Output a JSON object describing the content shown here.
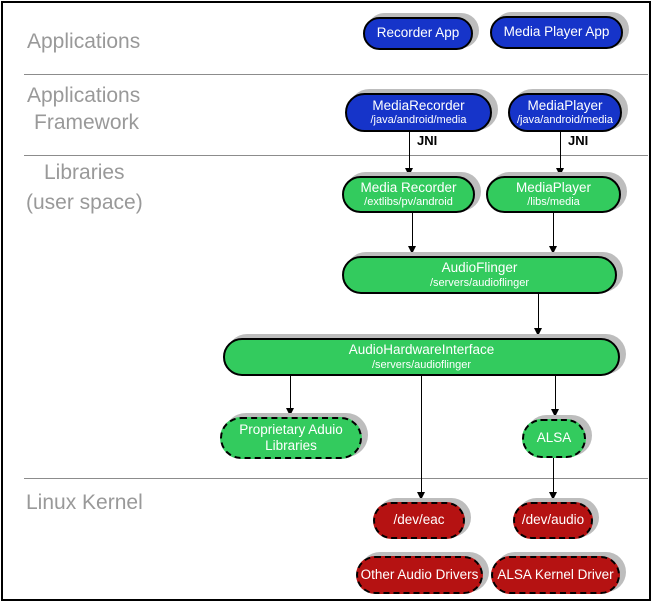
{
  "layers": {
    "applications": {
      "label": "Applications"
    },
    "framework": {
      "label_line1": "Applications",
      "label_line2": "Framework"
    },
    "libraries": {
      "label_line1": "Libraries",
      "label_line2": "(user space)"
    },
    "kernel": {
      "label": "Linux Kernel"
    }
  },
  "nodes": {
    "recorder_app": {
      "title": "Recorder App"
    },
    "media_player_app": {
      "title": "Media Player App"
    },
    "media_recorder_framework": {
      "title": "MediaRecorder",
      "subtitle": "/java/android/media"
    },
    "media_player_framework": {
      "title": "MediaPlayer",
      "subtitle": "/java/android/media"
    },
    "media_recorder_lib": {
      "title": "Media Recorder",
      "subtitle": "/extlibs/pv/android"
    },
    "media_player_lib": {
      "title": "MediaPlayer",
      "subtitle": "/libs/media"
    },
    "audio_flinger": {
      "title": "AudioFlinger",
      "subtitle": "/servers/audioflinger"
    },
    "audio_hardware_interface": {
      "title": "AudioHardwareInterface",
      "subtitle": "/servers/audioflinger"
    },
    "proprietary_audio_libraries": {
      "title_line1": "Proprietary Aduio",
      "title_line2": "Libraries"
    },
    "alsa": {
      "title": "ALSA"
    },
    "dev_eac": {
      "title": "/dev/eac"
    },
    "dev_audio": {
      "title": "/dev/audio"
    },
    "other_audio_drivers": {
      "title": "Other Audio Drivers"
    },
    "alsa_kernel_driver": {
      "title": "ALSA Kernel Driver"
    }
  },
  "connector_labels": {
    "jni_left": "JNI",
    "jni_right": "JNI"
  },
  "colors": {
    "app_blue": "#1634c9",
    "lib_green": "#33cb5e",
    "kernel_red": "#b51212",
    "shadow_gray": "#bdbdbd",
    "layer_label_gray": "#999999",
    "divider_gray": "#8c8c8c"
  }
}
